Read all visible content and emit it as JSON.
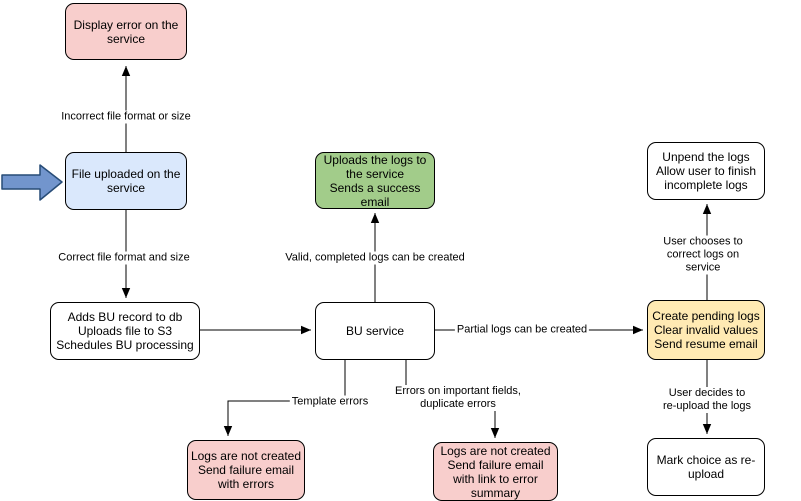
{
  "diagram": {
    "type": "flowchart",
    "colors": {
      "error_node": "#f8cecc",
      "start_node": "#dae8fc",
      "success_node": "#a2cc8a",
      "pending_node": "#ffeab3",
      "plain_node": "#ffffff",
      "entry_arrow": "#7295cd",
      "entry_arrow_border": "#274c77",
      "line": "#000000"
    }
  },
  "icons": {
    "entry_arrow": "thick-right-arrow"
  },
  "nodes": {
    "display_error": {
      "text": "Display error on the\nservice",
      "fill": "#f8cecc"
    },
    "file_uploaded": {
      "text": "File uploaded on the\nservice",
      "fill": "#dae8fc"
    },
    "adds_bu_record": {
      "text": "Adds BU record to db\nUploads file to S3\nSchedules BU processing",
      "fill": "#ffffff"
    },
    "uploads_logs": {
      "text": "Uploads the logs to\nthe service\nSends a success\nemail",
      "fill": "#a2cc8a"
    },
    "bu_service": {
      "text": "BU service",
      "fill": "#ffffff"
    },
    "create_pending": {
      "text": "Create pending logs\nClear invalid values\nSend resume email",
      "fill": "#ffeab3"
    },
    "unpend_logs": {
      "text": "Unpend the logs\nAllow user to finish\nincomplete logs",
      "fill": "#ffffff"
    },
    "mark_choice": {
      "text": "Mark choice as re-\nupload",
      "fill": "#ffffff"
    },
    "logs_not_created_errors": {
      "text": "Logs are not created\nSend failure email\nwith errors",
      "fill": "#f8cecc"
    },
    "logs_not_created_summary": {
      "text": "Logs are not created\nSend failure email\nwith link to error\nsummary",
      "fill": "#f8cecc"
    }
  },
  "edge_labels": {
    "incorrect_format": "Incorrect file format or size",
    "correct_format": "Correct file format and size",
    "valid_logs": "Valid, completed logs can be created",
    "partial_logs": "Partial logs can be created",
    "template_errors": "Template errors",
    "important_fields_errors": "Errors on important fields,\nduplicate errors",
    "user_corrects": "User chooses to correct logs on service",
    "user_reuploads": "User decides to re-upload the logs"
  }
}
